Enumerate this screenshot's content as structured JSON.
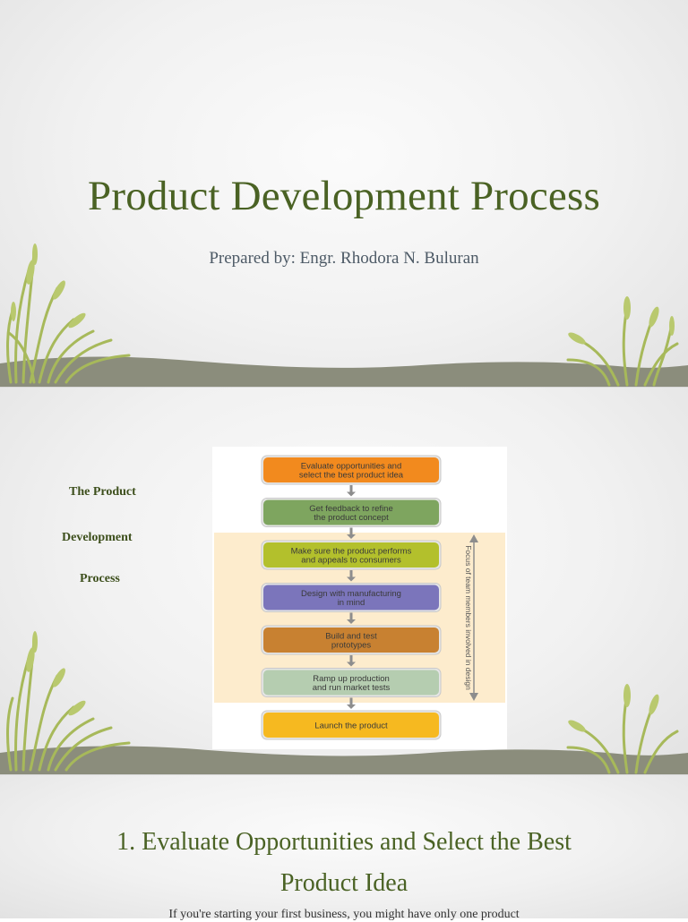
{
  "slide1": {
    "title": "Product Development Process",
    "subtitle": "Prepared by: Engr. Rhodora N. Buluran"
  },
  "slide2": {
    "side_label": [
      "The Product",
      "Development",
      "Process"
    ],
    "diagram": {
      "steps": [
        {
          "lines": [
            "Evaluate opportunities and",
            "select the best product idea"
          ],
          "color": "#f28a1e"
        },
        {
          "lines": [
            "Get feedback to refine",
            "the product concept"
          ],
          "color": "#7ea55f"
        },
        {
          "lines": [
            "Make sure the product performs",
            "and appeals to consumers"
          ],
          "color": "#b3c02c"
        },
        {
          "lines": [
            "Design with manufacturing",
            "in mind"
          ],
          "color": "#7b75bb"
        },
        {
          "lines": [
            "Build and test",
            "prototypes"
          ],
          "color": "#c88131"
        },
        {
          "lines": [
            "Ramp up production",
            "and run market tests"
          ],
          "color": "#b5cdb0"
        },
        {
          "lines": [
            "Launch the product"
          ],
          "color": "#f6b920"
        }
      ],
      "side_note": "Focus of team members involved in design",
      "band_color": "#fdeccd"
    }
  },
  "slide3": {
    "title_line1": "1. Evaluate Opportunities and Select the Best",
    "title_line2": "Product Idea",
    "body": "If you're starting your first business, you might have only one product"
  },
  "colors": {
    "title_green": "#4a6224",
    "ground": "#8b8d7c",
    "grass": "#a7b95a"
  }
}
